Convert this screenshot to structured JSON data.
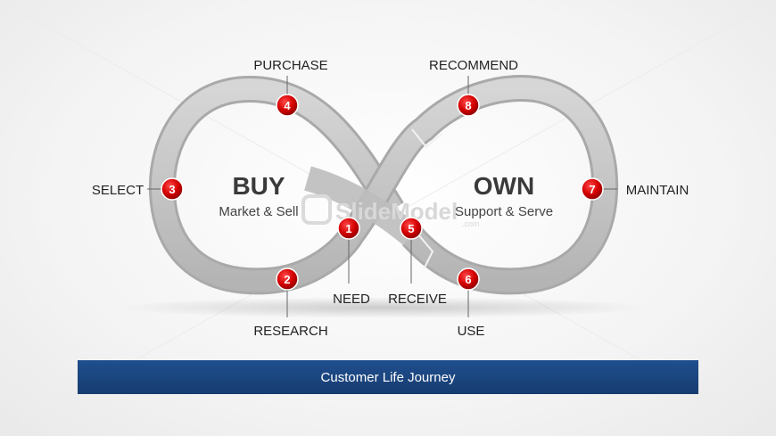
{
  "left_loop": {
    "title": "BUY",
    "subtitle": "Market & Sell"
  },
  "right_loop": {
    "title": "OWN",
    "subtitle": "Support & Serve"
  },
  "steps": [
    {
      "num": "1",
      "label": "NEED"
    },
    {
      "num": "2",
      "label": "RESEARCH"
    },
    {
      "num": "3",
      "label": "SELECT"
    },
    {
      "num": "4",
      "label": "PURCHASE"
    },
    {
      "num": "5",
      "label": "RECEIVE"
    },
    {
      "num": "6",
      "label": "USE"
    },
    {
      "num": "7",
      "label": "MAINTAIN"
    },
    {
      "num": "8",
      "label": "RECOMMEND"
    }
  ],
  "watermark": {
    "brand": "SlideModel",
    "domain": ".com"
  },
  "banner": {
    "text": "Customer Life Journey"
  },
  "colors": {
    "badge": "#cc0000",
    "ribbon": "#c4c4c4",
    "banner": "#1f4f8e"
  }
}
